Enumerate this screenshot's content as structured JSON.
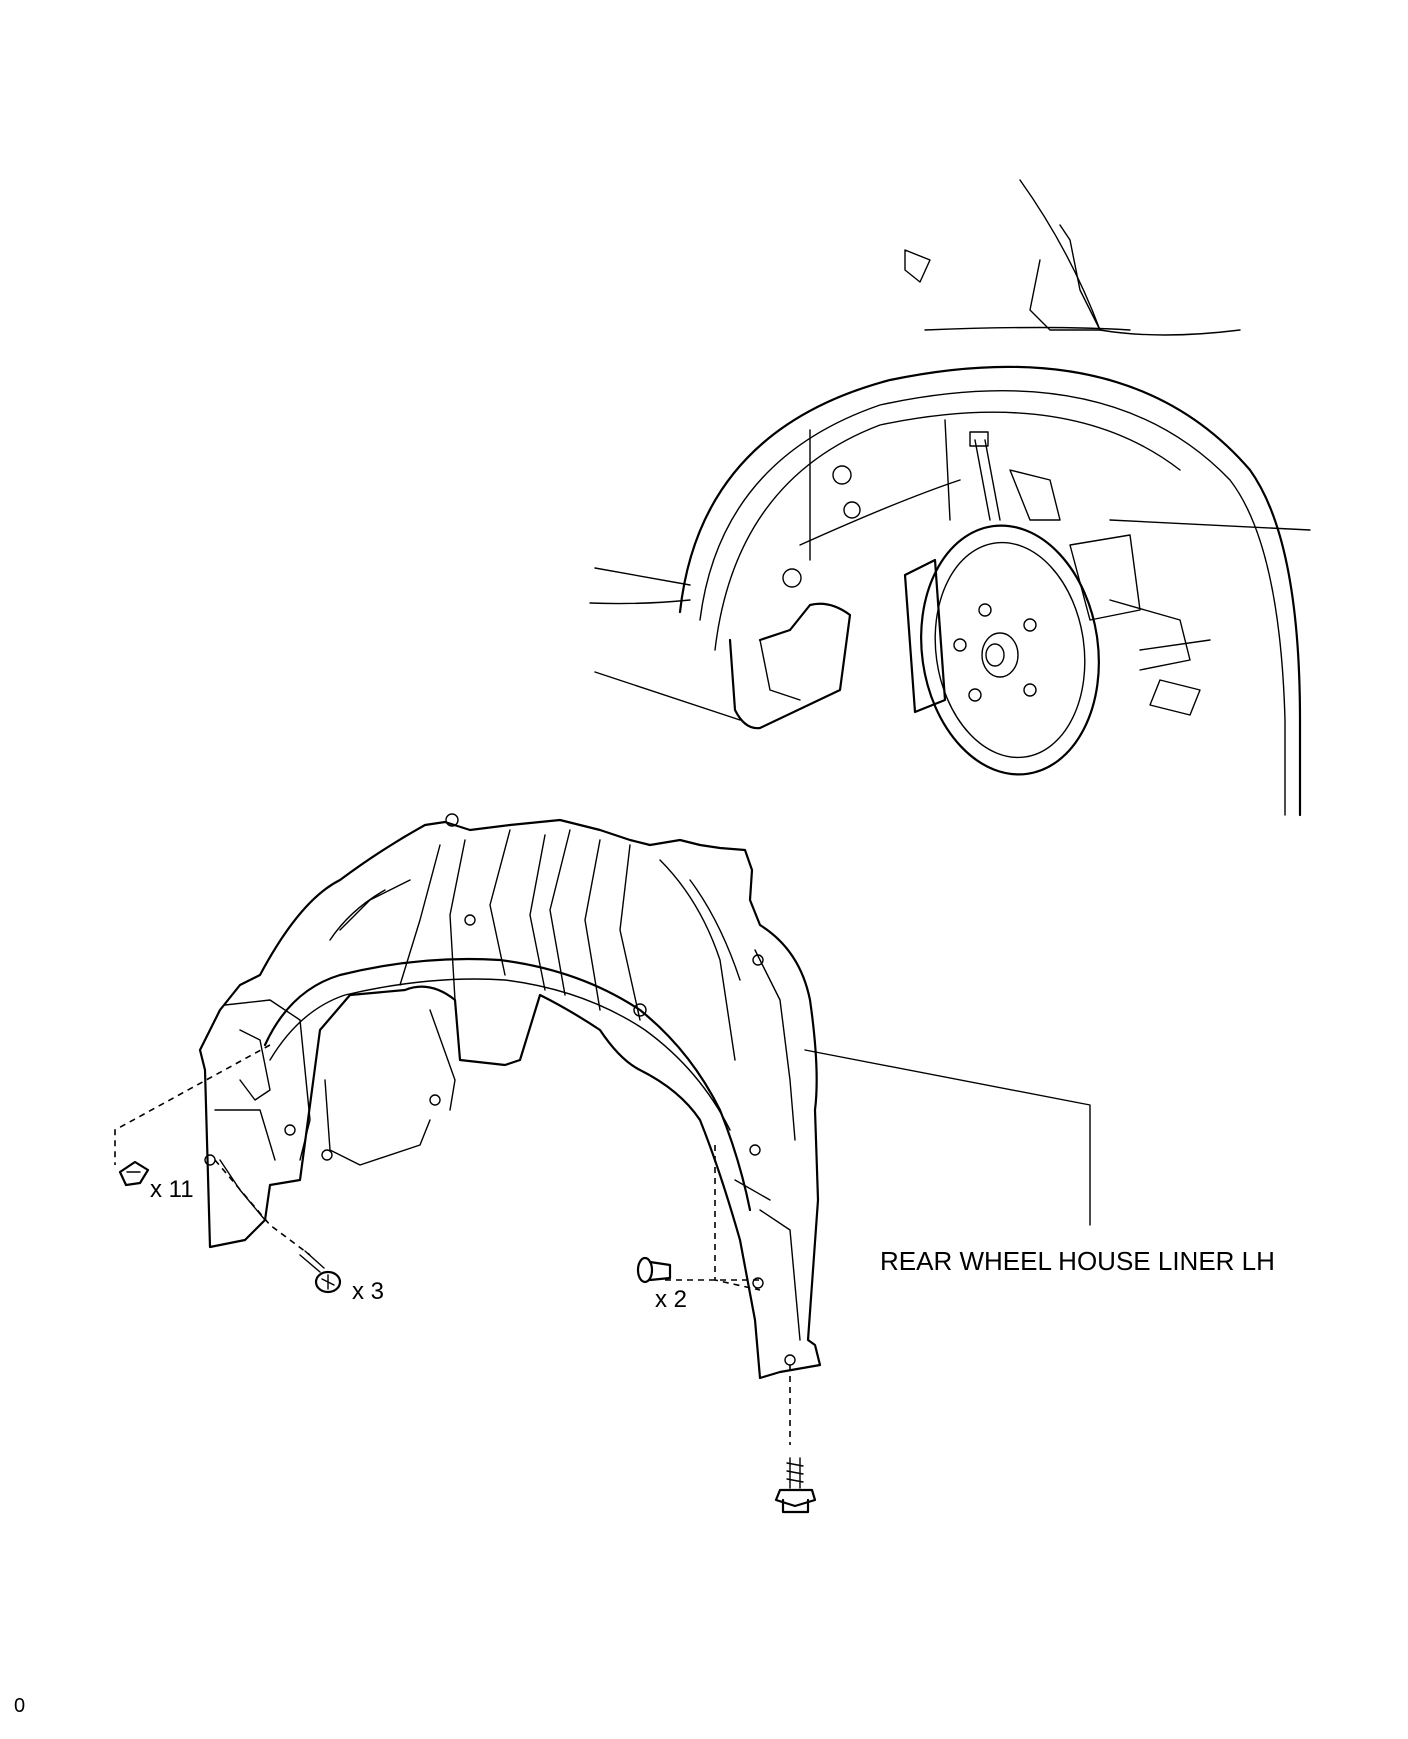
{
  "labels": {
    "part_name": "REAR WHEEL HOUSE LINER LH",
    "clip_qty": "x 11",
    "screw_qty": "x 3",
    "pin_qty": "x 2",
    "corner_code": "0"
  }
}
